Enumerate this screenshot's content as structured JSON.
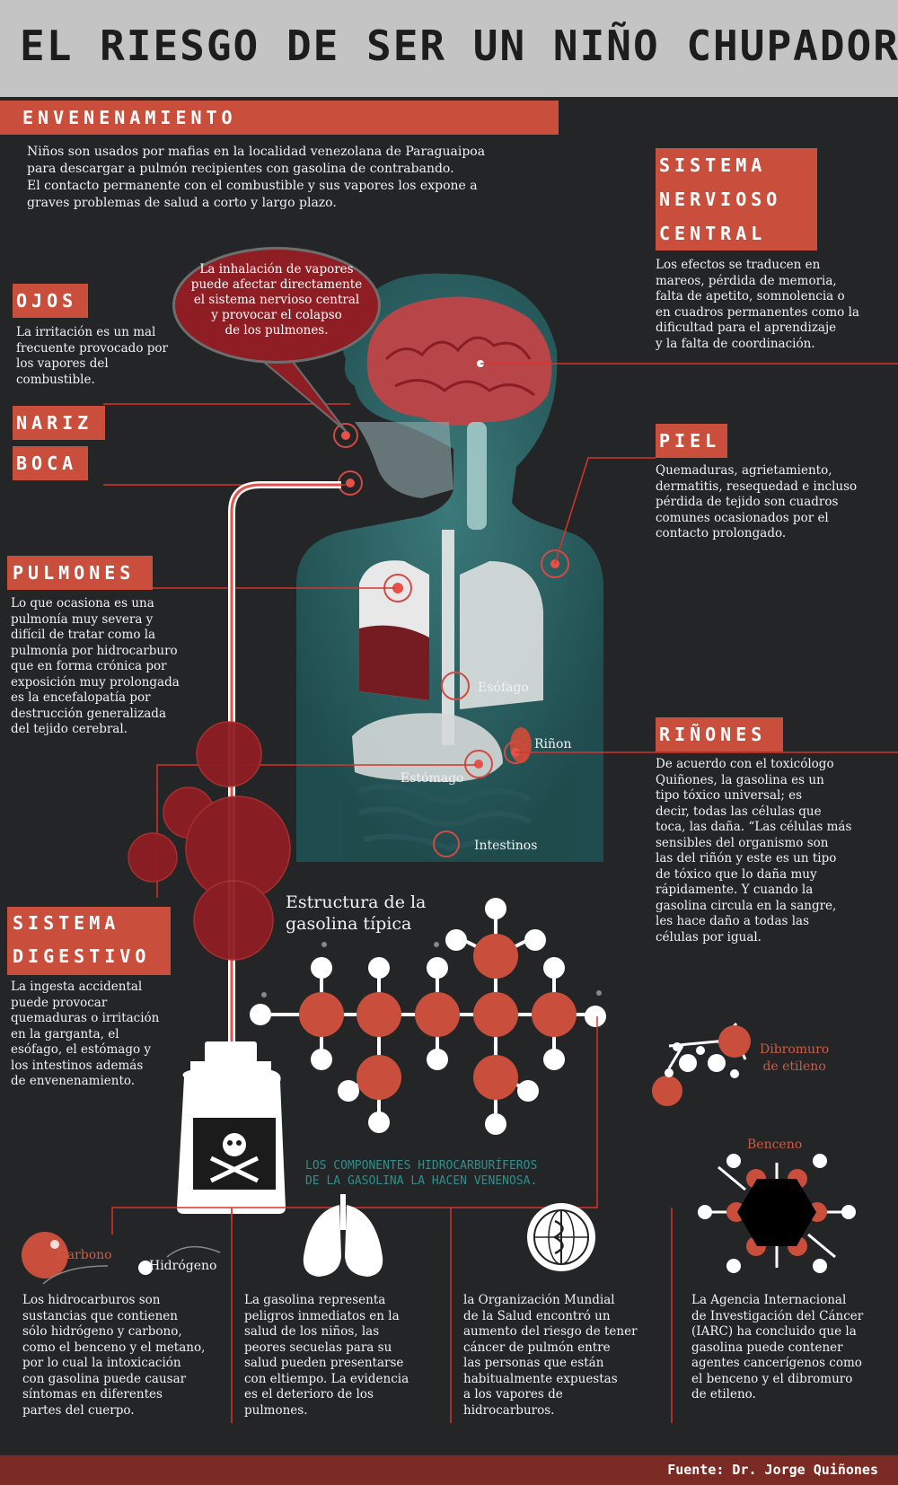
{
  "title": "EL RIESGO DE SER UN NIÑO CHUPADOR",
  "colors": {
    "background": "#232526",
    "header": "#c4c4c4",
    "accent_red": "#c94f3c",
    "dark_red": "#8e1e24",
    "teal": "#2e8f8c",
    "footer": "#7c2a24"
  },
  "intro": {
    "heading": "ENVENENAMIENTO",
    "lines": [
      "Niños son usados por mafias en la localidad venezolana de Paraguaipoa",
      "para descargar a pulmón recipientes con gasolina de contrabando.",
      "El contacto permanente con el combustible y sus vapores los expone a",
      "graves problemas de salud a corto y largo plazo."
    ]
  },
  "bubble": {
    "lines": [
      "La inhalación de vapores",
      "puede afectar directamente",
      "el sistema nervioso central",
      "y provocar el colapso",
      "de los pulmones."
    ]
  },
  "sections": {
    "ojos": {
      "heading": "OJOS",
      "lines": [
        "La irritación es un mal",
        "frecuente provocado por",
        "los vapores del",
        "combustible."
      ]
    },
    "nariz": {
      "heading": "NARIZ"
    },
    "boca": {
      "heading": "BOCA"
    },
    "pulmones": {
      "heading": "PULMONES",
      "lines": [
        "Lo que ocasiona es una",
        "pulmonía muy severa y",
        "difícil de tratar como la",
        "pulmonía por hidrocarburo",
        "que en forma crónica por",
        "exposición muy prolongada",
        "es la encefalopatía por",
        "destrucción generalizada",
        "del tejido cerebral."
      ]
    },
    "digestivo": {
      "heading_lines": [
        "SISTEMA",
        "DIGESTIVO"
      ],
      "lines": [
        "La ingesta accidental",
        "puede provocar",
        "quemaduras o irritación",
        "en la garganta, el",
        "esófago, el estómago y",
        "los intestinos además",
        "de envenenamiento."
      ]
    },
    "nervioso": {
      "heading_lines": [
        "SISTEMA",
        "NERVIOSO",
        "CENTRAL"
      ],
      "lines": [
        "Los efectos se traducen en",
        "mareos, pérdida de memoria,",
        "falta de apetito, somnolencia o",
        "en cuadros permanentes como la",
        "dificultad para el aprendizaje",
        "y la falta de coordinación."
      ]
    },
    "piel": {
      "heading": "PIEL",
      "lines": [
        "Quemaduras, agrietamiento,",
        "dermatitis, resequedad e incluso",
        "pérdida de tejido son cuadros",
        "comunes ocasionados por el",
        "contacto prolongado."
      ]
    },
    "rinones": {
      "heading": "RIÑONES",
      "lines": [
        "De acuerdo con el toxicólogo",
        "Quiñones, la gasolina es un",
        "tipo tóxico universal; es",
        "decir, todas las células que",
        "toca, las daña. “Las células más",
        "sensibles del organismo son",
        "las del riñón y este es un tipo",
        "de tóxico que lo daña muy",
        "rápidamente. Y cuando la",
        "gasolina circula en la sangre,",
        "les hace daño a todas las",
        "células por igual."
      ]
    }
  },
  "organ_labels": {
    "esofago": "Esófago",
    "rinon": "Riñon",
    "estomago": "Estómago",
    "intestinos": "Intestinos"
  },
  "molecule": {
    "title_lines": [
      "Estructura de la",
      "gasolina típica"
    ],
    "dibromuro_lines": [
      "Dibromuro",
      "de etileno"
    ],
    "benceno": "Benceno",
    "components_lines": [
      "LOS COMPONENTES HIDROCARBURÍFEROS",
      "DE LA GASOLINA LA HACEN VENENOSA."
    ]
  },
  "legend": {
    "carbono": "Carbono",
    "hidrogeno": "Hidrógeno"
  },
  "bottom": [
    {
      "lines": [
        "Los hidrocarburos son",
        "sustancias que contienen",
        "sólo hidrógeno y carbono,",
        "como el benceno y el metano,",
        "por lo cual la intoxicación",
        "con gasolina puede causar",
        "síntomas en diferentes",
        "partes del cuerpo."
      ]
    },
    {
      "lines": [
        "La gasolina representa",
        "peligros inmediatos en la",
        "salud de los niños, las",
        "peores secuelas para su",
        "salud pueden presentarse",
        "con eltiempo. La evidencia",
        "es el deterioro de los",
        "pulmones."
      ]
    },
    {
      "lines": [
        "la Organización Mundial",
        "de la Salud encontró un",
        "aumento del riesgo de tener",
        "cáncer de pulmón entre",
        "las personas que están",
        "habitualmente expuestas",
        "a los vapores de",
        "hidrocarburos."
      ]
    },
    {
      "lines": [
        "La Agencia Internacional",
        "de Investigación del Cáncer",
        "(IARC) ha concluido que la",
        "gasolina puede contener",
        "agentes cancerígenos como",
        "el benceno y el dibromuro",
        "de etileno."
      ]
    }
  ],
  "footer": "Fuente: Dr. Jorge Quiñones"
}
